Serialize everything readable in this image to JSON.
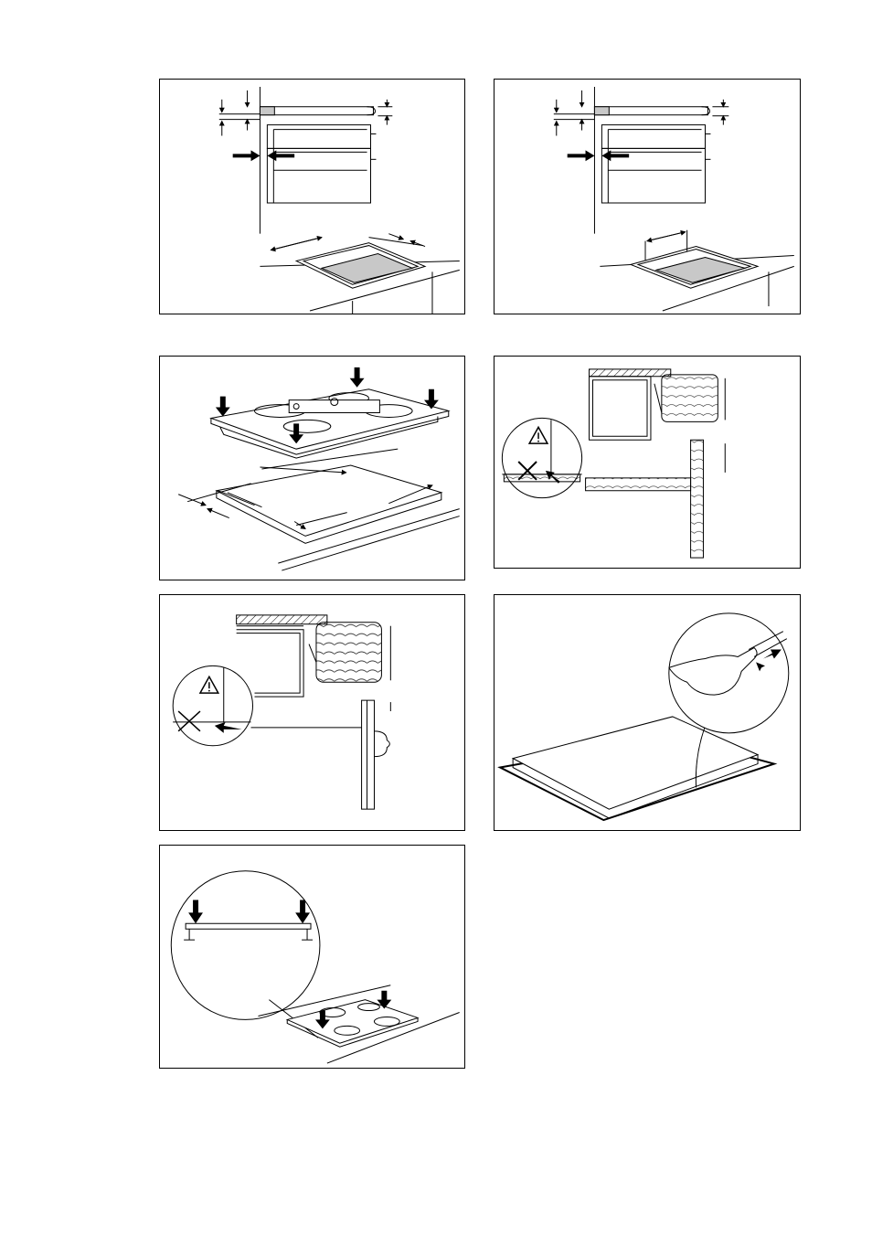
{
  "page": {
    "figures": [
      {
        "id": "fig-1"
      },
      {
        "id": "fig-2"
      },
      {
        "id": "fig-3"
      },
      {
        "id": "fig-4"
      },
      {
        "id": "fig-5"
      },
      {
        "id": "fig-6"
      },
      {
        "id": "fig-7"
      }
    ],
    "icons": {
      "warning": "warning-triangle-icon",
      "prohibited": "cross-icon",
      "arrow": "arrow-icon"
    },
    "colors": {
      "line": "#000000",
      "gray_fill": "#c8c8c8",
      "seal_fill": "#9a9a9a",
      "background": "#ffffff"
    }
  }
}
